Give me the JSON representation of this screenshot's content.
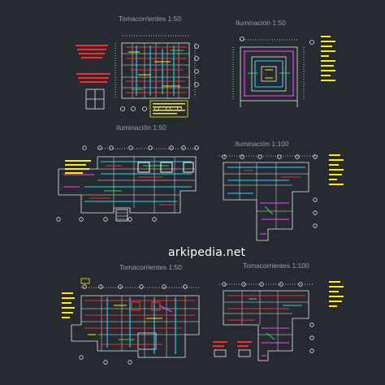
{
  "sheet": {
    "background": "#262a31",
    "line_color": "#e8e8e8",
    "accent_colors": {
      "red": "#ff2a2a",
      "yellow": "#ffee00",
      "green": "#22dd44",
      "cyan": "#22d8ff",
      "magenta": "#ff44ff"
    }
  },
  "titles": {
    "tomacorrientes_1_50_top": "Tomacorrientes 1:50",
    "iluminacion_1_50_top": "Iluminación 1:50",
    "iluminacion_1_50_mid": "Iluminación 1:50",
    "iluminacion_1_100_mid": "Iluminación 1:100",
    "tomacorrientes_1_50_bottom": "Tomacorrientes 1:50",
    "tomacorrientes_1_100_bottom": "Tomacorrientes 1:100"
  },
  "watermark": "arkipedia.net"
}
